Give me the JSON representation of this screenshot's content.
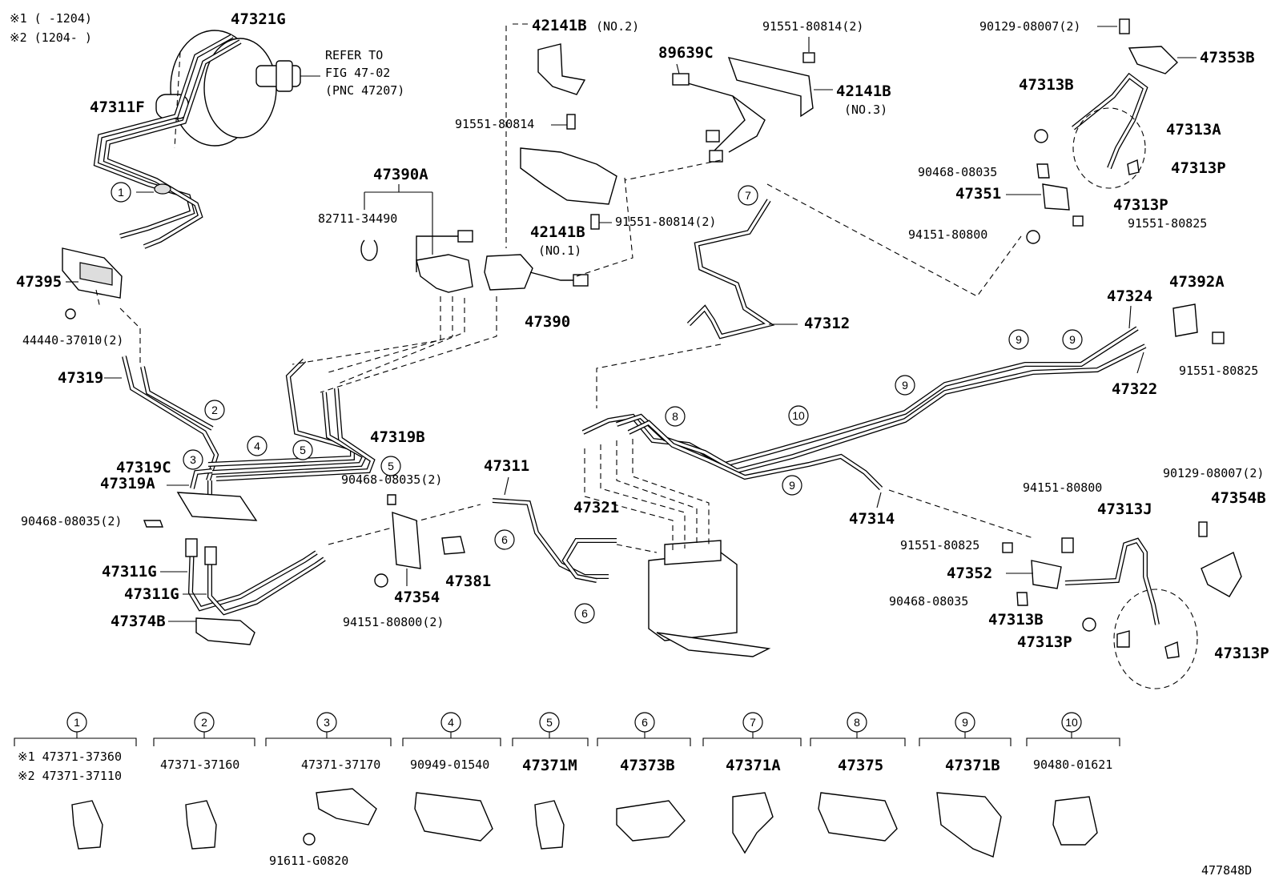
{
  "note": {
    "mark1": "※1 (     -1204)",
    "mark2": "※2 (1204-      )"
  },
  "refer": {
    "line1": "REFER TO",
    "line2": "FIG 47-02",
    "line3": "(PNC 47207)"
  },
  "labels": {
    "p47321G": "47321G",
    "p47311F": "47311F",
    "p47395": "47395",
    "p44440": "44440-37010(2)",
    "p47319": "47319",
    "p47319C": "47319C",
    "p47319A": "47319A",
    "p90468a": "90468-08035(2)",
    "p47311G_1": "47311G",
    "p47311G_2": "47311G",
    "p47374B": "47374B",
    "p42141B2": "42141B",
    "p42141B2n": "(NO.2)",
    "p91551_a": "91551-80814",
    "p47390A": "47390A",
    "p82711": "82711-34490",
    "p42141B1": "42141B",
    "p42141B1n": "(NO.1)",
    "p91551_b": "91551-80814(2)",
    "p47390": "47390",
    "p47319B": "47319B",
    "p90468b": "90468-08035(2)",
    "p47311": "47311",
    "p47354": "47354",
    "p47381": "47381",
    "p94151a": "94151-80800(2)",
    "p47321": "47321",
    "p89639C": "89639C",
    "p91551_c": "91551-80814(2)",
    "p42141B3": "42141B",
    "p42141B3n": "(NO.3)",
    "p47312": "47312",
    "p47314": "47314",
    "p90129a": "90129-08007(2)",
    "p47353B": "47353B",
    "p47313B_a": "47313B",
    "p47313A": "47313A",
    "p47313P_a": "47313P",
    "p90468c": "90468-08035",
    "p47351": "47351",
    "p47313P_b": "47313P",
    "p91551_d": "91551-80825",
    "p94151b": "94151-80800",
    "p47392A": "47392A",
    "p47324": "47324",
    "p91551_e": "91551-80825",
    "p47322": "47322",
    "p90129b": "90129-08007(2)",
    "p94151c": "94151-80800",
    "p47354B": "47354B",
    "p47313J": "47313J",
    "p91551_f": "91551-80825",
    "p47352": "47352",
    "p90468d": "90468-08035",
    "p47313B_b": "47313B",
    "p47313P_c": "47313P",
    "p47313P_d": "47313P",
    "fig_id": "477848D"
  },
  "clamps": [
    {
      "num": "1",
      "part": "※1 47371-37360",
      "part2": "※2 47371-37110"
    },
    {
      "num": "2",
      "part": "47371-37160"
    },
    {
      "num": "3",
      "part": "47371-37170",
      "sub": "91611-G0820"
    },
    {
      "num": "4",
      "part": "90949-01540"
    },
    {
      "num": "5",
      "part": "47371M"
    },
    {
      "num": "6",
      "part": "47373B"
    },
    {
      "num": "7",
      "part": "47371A"
    },
    {
      "num": "8",
      "part": "47375"
    },
    {
      "num": "9",
      "part": "47371B"
    },
    {
      "num": "10",
      "part": "90480-01621"
    }
  ],
  "callouts": [
    "1",
    "2",
    "3",
    "4",
    "5",
    "5",
    "6",
    "6",
    "7",
    "8",
    "9",
    "9",
    "9",
    "9",
    "10"
  ]
}
